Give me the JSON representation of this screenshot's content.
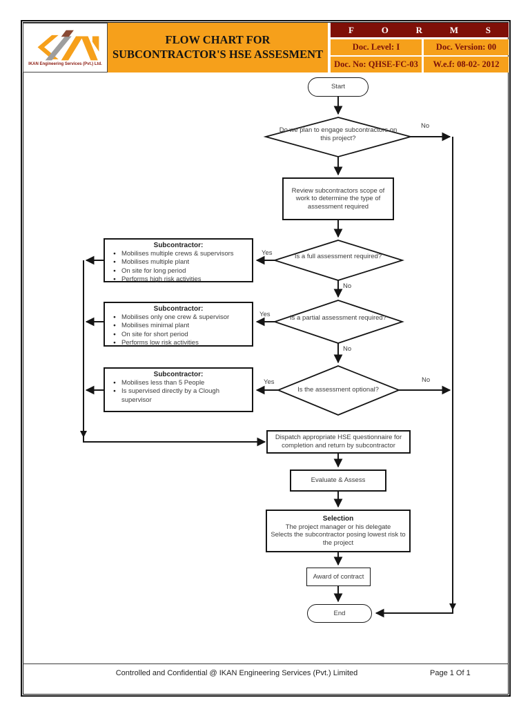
{
  "header": {
    "logo_caption": "IKAN Engineering Services (Pvt.) Ltd.",
    "title_line1": "FLOW CHART FOR",
    "title_line2": "SUBCONTRACTOR'S HSE ASSESMENT",
    "forms_letters": [
      "F",
      "O",
      "R",
      "M",
      "S"
    ],
    "doc_level": "Doc. Level: I",
    "doc_version": "Doc. Version: 00",
    "doc_no": "Doc. No: QHSE-FC-03",
    "wef": "W.e.f: 08-02- 2012"
  },
  "flow": {
    "start": "Start",
    "d1": "Do we plan to engage subcontractors on this project?",
    "review": "Review subcontractors scope of work to determine the type of assessment required",
    "d2": "Is a full assessment required?",
    "d3": "Is a partial assessment required?",
    "d4": "Is the assessment optional?",
    "sub1": {
      "title": "Subcontractor:",
      "bullets": [
        "Mobilises multiple crews & supervisors",
        "Mobilises multiple plant",
        "On site for long period",
        "Performs high risk activities"
      ]
    },
    "sub2": {
      "title": "Subcontractor:",
      "bullets": [
        "Mobilises only one crew & supervisor",
        "Mobilises minimal plant",
        "On site for short period",
        "Performs low risk activities"
      ]
    },
    "sub3": {
      "title": "Subcontractor:",
      "bullets": [
        "Mobilises less than 5 People",
        "Is supervised directly by a Clough supervisor"
      ]
    },
    "dispatch": "Dispatch appropriate HSE questionnaire for completion and return by subcontractor",
    "evaluate": "Evaluate & Assess",
    "selection_title": "Selection",
    "selection_line1": "The project manager or his delegate",
    "selection_line2": "Selects the subcontractor posing lowest risk to the project",
    "award": "Award of contract",
    "end": "End",
    "labels": {
      "yes": "Yes",
      "no": "No"
    }
  },
  "footer": {
    "center": "Controlled and Confidential @ IKAN Engineering Services (Pvt.) Limited",
    "page": "Page 1 Of 1"
  },
  "colors": {
    "orange": "#F6A01B",
    "maroon": "#7F1008",
    "table_text": "#7B1109"
  }
}
